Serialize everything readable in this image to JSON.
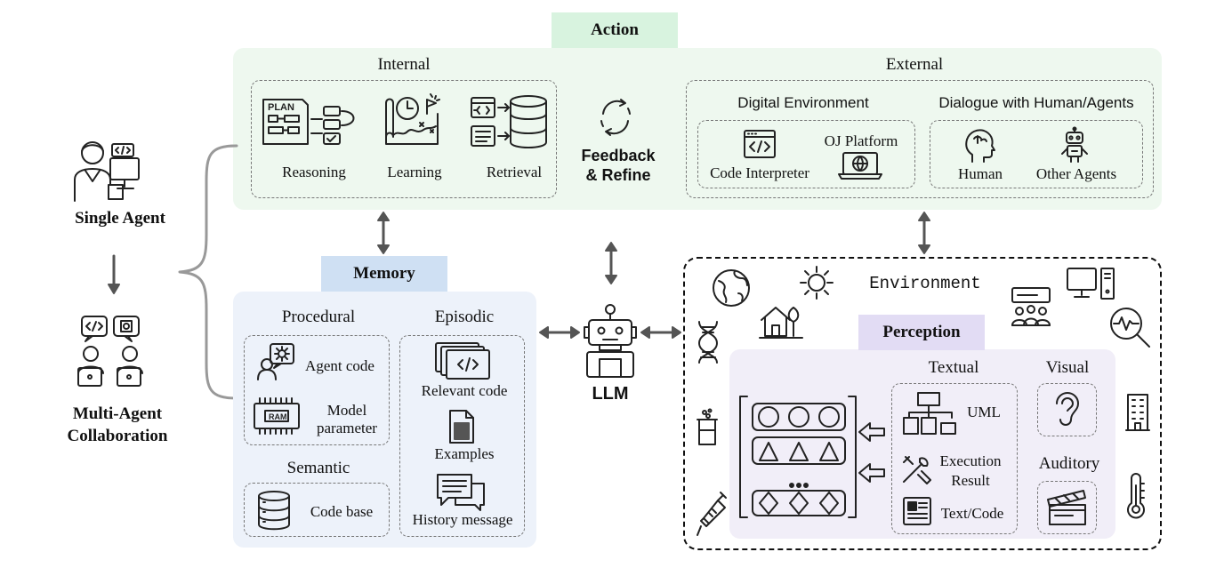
{
  "action": {
    "title": "Action",
    "internal": {
      "title": "Internal",
      "items": [
        "Reasoning",
        "Learning",
        "Retrieval"
      ],
      "plan_icon_text": "PLAN"
    },
    "feedback": {
      "line1": "Feedback",
      "line2": "& Refine"
    },
    "external": {
      "title": "External",
      "digital": {
        "title": "Digital Environment",
        "code_interpreter": "Code Interpreter",
        "oj_platform": "OJ Platform"
      },
      "dialogue": {
        "title": "Dialogue with Human/Agents",
        "human": "Human",
        "other_agents": "Other Agents"
      }
    }
  },
  "single_agent": "Single Agent",
  "multi_agent": {
    "line1": "Multi-Agent",
    "line2": "Collaboration"
  },
  "memory": {
    "title": "Memory",
    "procedural": {
      "title": "Procedural",
      "agent_code": "Agent code",
      "model_param_1": "Model",
      "model_param_2": "parameter",
      "ram_label": "RAM"
    },
    "semantic": {
      "title": "Semantic",
      "code_base": "Code base"
    },
    "episodic": {
      "title": "Episodic",
      "relevant_code": "Relevant code",
      "examples": "Examples",
      "history": "History message"
    }
  },
  "llm": "LLM",
  "environment": {
    "title": "Environment",
    "perception": {
      "title": "Perception",
      "textual": {
        "title": "Textual",
        "uml": "UML",
        "exec_1": "Execution",
        "exec_2": "Result",
        "text_code": "Text/Code"
      },
      "visual": "Visual",
      "auditory": "Auditory"
    }
  },
  "colors": {
    "action_bg": "#eef8ef",
    "action_header": "#d8f3df",
    "memory_bg": "#edf2fa",
    "memory_header": "#cfe0f3",
    "perception_bg": "#f1eef8",
    "perception_header": "#e2dcf4"
  },
  "icons": [
    "plan-icon",
    "learning-icon",
    "retrieval-icon",
    "feedback-cycle-icon",
    "code-window-icon",
    "laptop-globe-icon",
    "human-head-icon",
    "robot-icon",
    "developer-icon",
    "team-icon",
    "gear-person-icon",
    "ram-chip-icon",
    "database-icon",
    "code-cards-icon",
    "document-icon",
    "chat-icon",
    "robot-llm-icon",
    "globe-icon",
    "sun-icon",
    "house-icon",
    "meeting-icon",
    "computer-icon",
    "dna-icon",
    "magnifier-pulse-icon",
    "beaker-icon",
    "syringe-icon",
    "building-icon",
    "thermometer-icon",
    "uml-icon",
    "tools-icon",
    "newspaper-icon",
    "ear-icon",
    "clapperboard-icon"
  ]
}
